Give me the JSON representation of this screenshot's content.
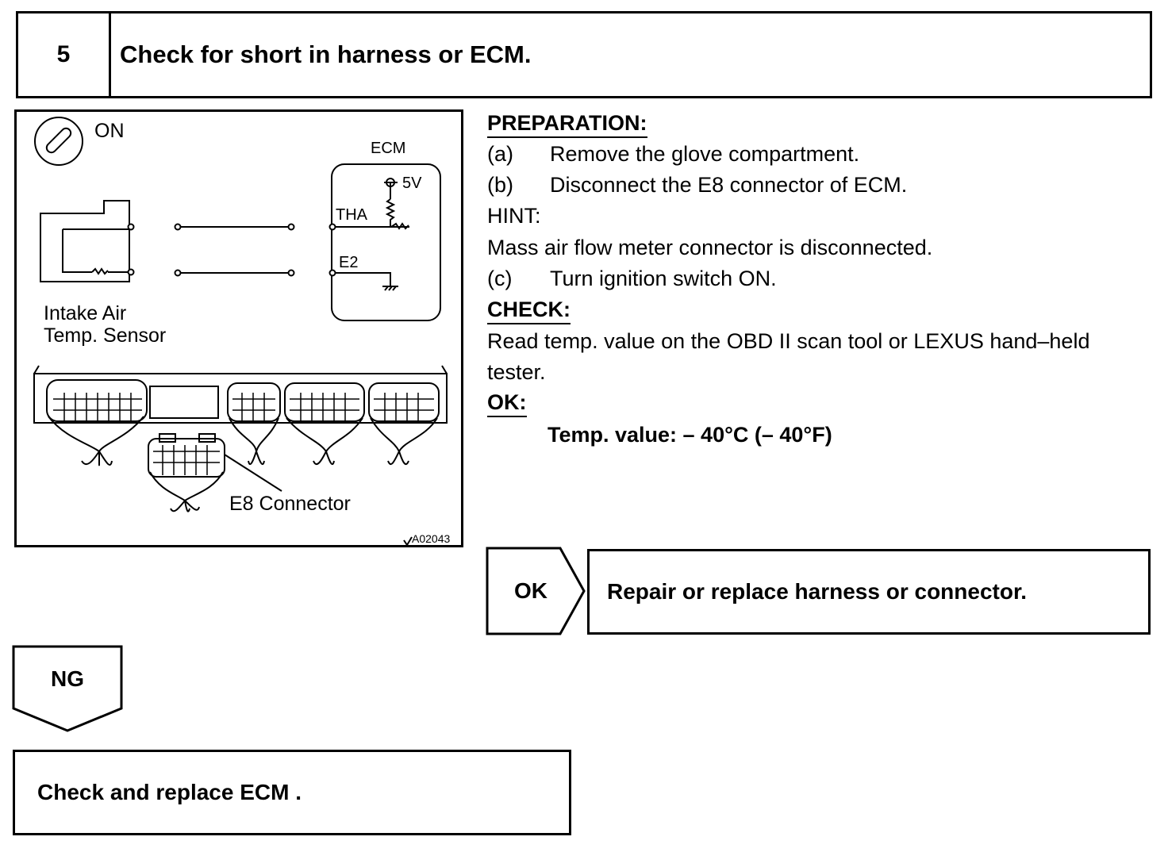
{
  "step": {
    "number": "5",
    "title": "Check for short in harness or ECM."
  },
  "figure": {
    "ignition_label": "ON",
    "ecm_label": "ECM",
    "voltage_label": "5V",
    "tha_label": "THA",
    "e2_label": "E2",
    "sensor_label_line1": "Intake Air",
    "sensor_label_line2": "Temp. Sensor",
    "connector_label": "E8 Connector",
    "figure_code": "A02043"
  },
  "preparation": {
    "heading": "PREPARATION:",
    "steps": [
      {
        "marker": "(a)",
        "text": "Remove the glove compartment."
      },
      {
        "marker": "(b)",
        "text": "Disconnect the E8 connector of ECM."
      }
    ],
    "hint_heading": "HINT:",
    "hint_text": "Mass air flow meter connector is disconnected.",
    "step_c": {
      "marker": "(c)",
      "text": "Turn ignition switch ON."
    }
  },
  "check": {
    "heading": "CHECK:",
    "text_line1": "Read temp. value on the OBD II scan tool or LEXUS hand–held",
    "text_line2": "tester."
  },
  "ok": {
    "heading": "OK:",
    "value": "Temp. value:  – 40°C (– 40°F)"
  },
  "ok_branch": {
    "label": "OK",
    "result": "Repair or replace harness or connector."
  },
  "ng_branch": {
    "label": "NG",
    "result": "Check and replace ECM ."
  }
}
